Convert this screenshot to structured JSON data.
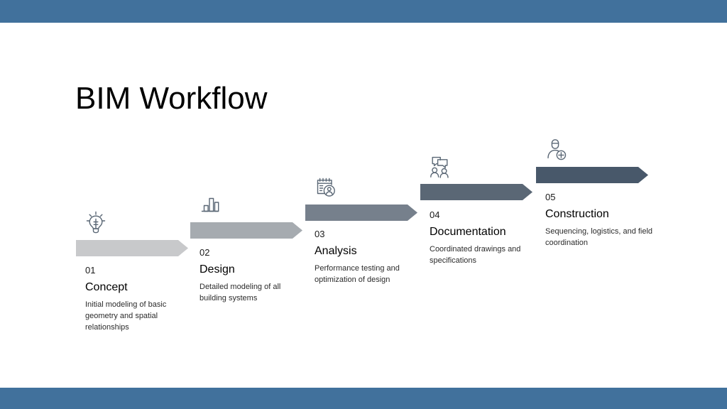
{
  "slide": {
    "title": "BIM Workflow",
    "accent_bar_color": "#41719c",
    "background_color": "#ffffff"
  },
  "process": {
    "steps": [
      {
        "number": "01",
        "name": "Concept",
        "description": "Initial modeling of basic geometry and spatial relationships",
        "icon": "lightbulb-icon",
        "arrow_color": "#c8c9cb",
        "icon_color": "#5a6775"
      },
      {
        "number": "02",
        "name": "Design",
        "description": "Detailed modeling of all building systems",
        "icon": "bar-chart-icon",
        "arrow_color": "#a6abb0",
        "icon_color": "#5a6775"
      },
      {
        "number": "03",
        "name": "Analysis",
        "description": "Performance testing and optimization of design",
        "icon": "document-person-icon",
        "arrow_color": "#76808c",
        "icon_color": "#5a6775"
      },
      {
        "number": "04",
        "name": "Documentation",
        "description": "Coordinated drawings and specifications",
        "icon": "people-chat-icon",
        "arrow_color": "#5a6775",
        "icon_color": "#5a6775"
      },
      {
        "number": "05",
        "name": "Construction",
        "description": "Sequencing, logistics, and field coordination",
        "icon": "person-add-icon",
        "arrow_color": "#48586a",
        "icon_color": "#5a6775"
      }
    ]
  }
}
